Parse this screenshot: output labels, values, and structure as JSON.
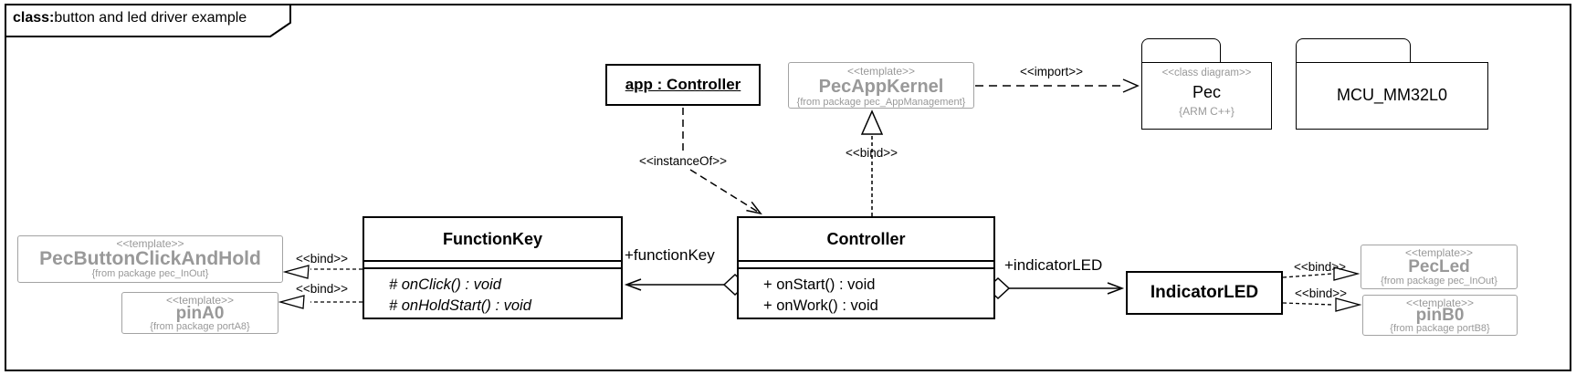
{
  "frame": {
    "keyword": "class:",
    "title": "button and led driver example"
  },
  "colors": {
    "stroke": "#000000",
    "template_text": "#999999",
    "template_border": "#a3a3a3",
    "background": "#ffffff"
  },
  "nodes": {
    "app_controller": {
      "name": "app : Controller"
    },
    "pec_app_kernel": {
      "stereotype": "<<template>>",
      "name": "PecAppKernel",
      "origin": "{from package pec_AppManagement}"
    },
    "pec_package": {
      "stereotype": "<<class diagram>>",
      "name": "Pec",
      "tag": "{ARM C++}"
    },
    "mcu_package": {
      "name": "MCU_MM32L0"
    },
    "function_key": {
      "name": "FunctionKey",
      "operations": [
        "# onClick() : void",
        "# onHoldStart() : void"
      ]
    },
    "controller": {
      "name": "Controller",
      "operations": [
        "+ onStart() : void",
        "+ onWork() : void"
      ]
    },
    "indicator_led": {
      "name": "IndicatorLED"
    },
    "pec_button_click_and_hold": {
      "stereotype": "<<template>>",
      "name": "PecButtonClickAndHold",
      "origin": "{from package pec_InOut}"
    },
    "pin_a0": {
      "stereotype": "<<template>>",
      "name": "pinA0",
      "origin": "{from package portA8}"
    },
    "pec_led": {
      "stereotype": "<<template>>",
      "name": "PecLed",
      "origin": "{from package pec_InOut}"
    },
    "pin_b0": {
      "stereotype": "<<template>>",
      "name": "pinB0",
      "origin": "{from package portB8}"
    }
  },
  "labels": {
    "instance_of": "<<instanceOf>>",
    "bind": "<<bind>>",
    "import": "<<import>>",
    "function_key_role": "+functionKey",
    "indicator_led_role": "+indicatorLED"
  }
}
